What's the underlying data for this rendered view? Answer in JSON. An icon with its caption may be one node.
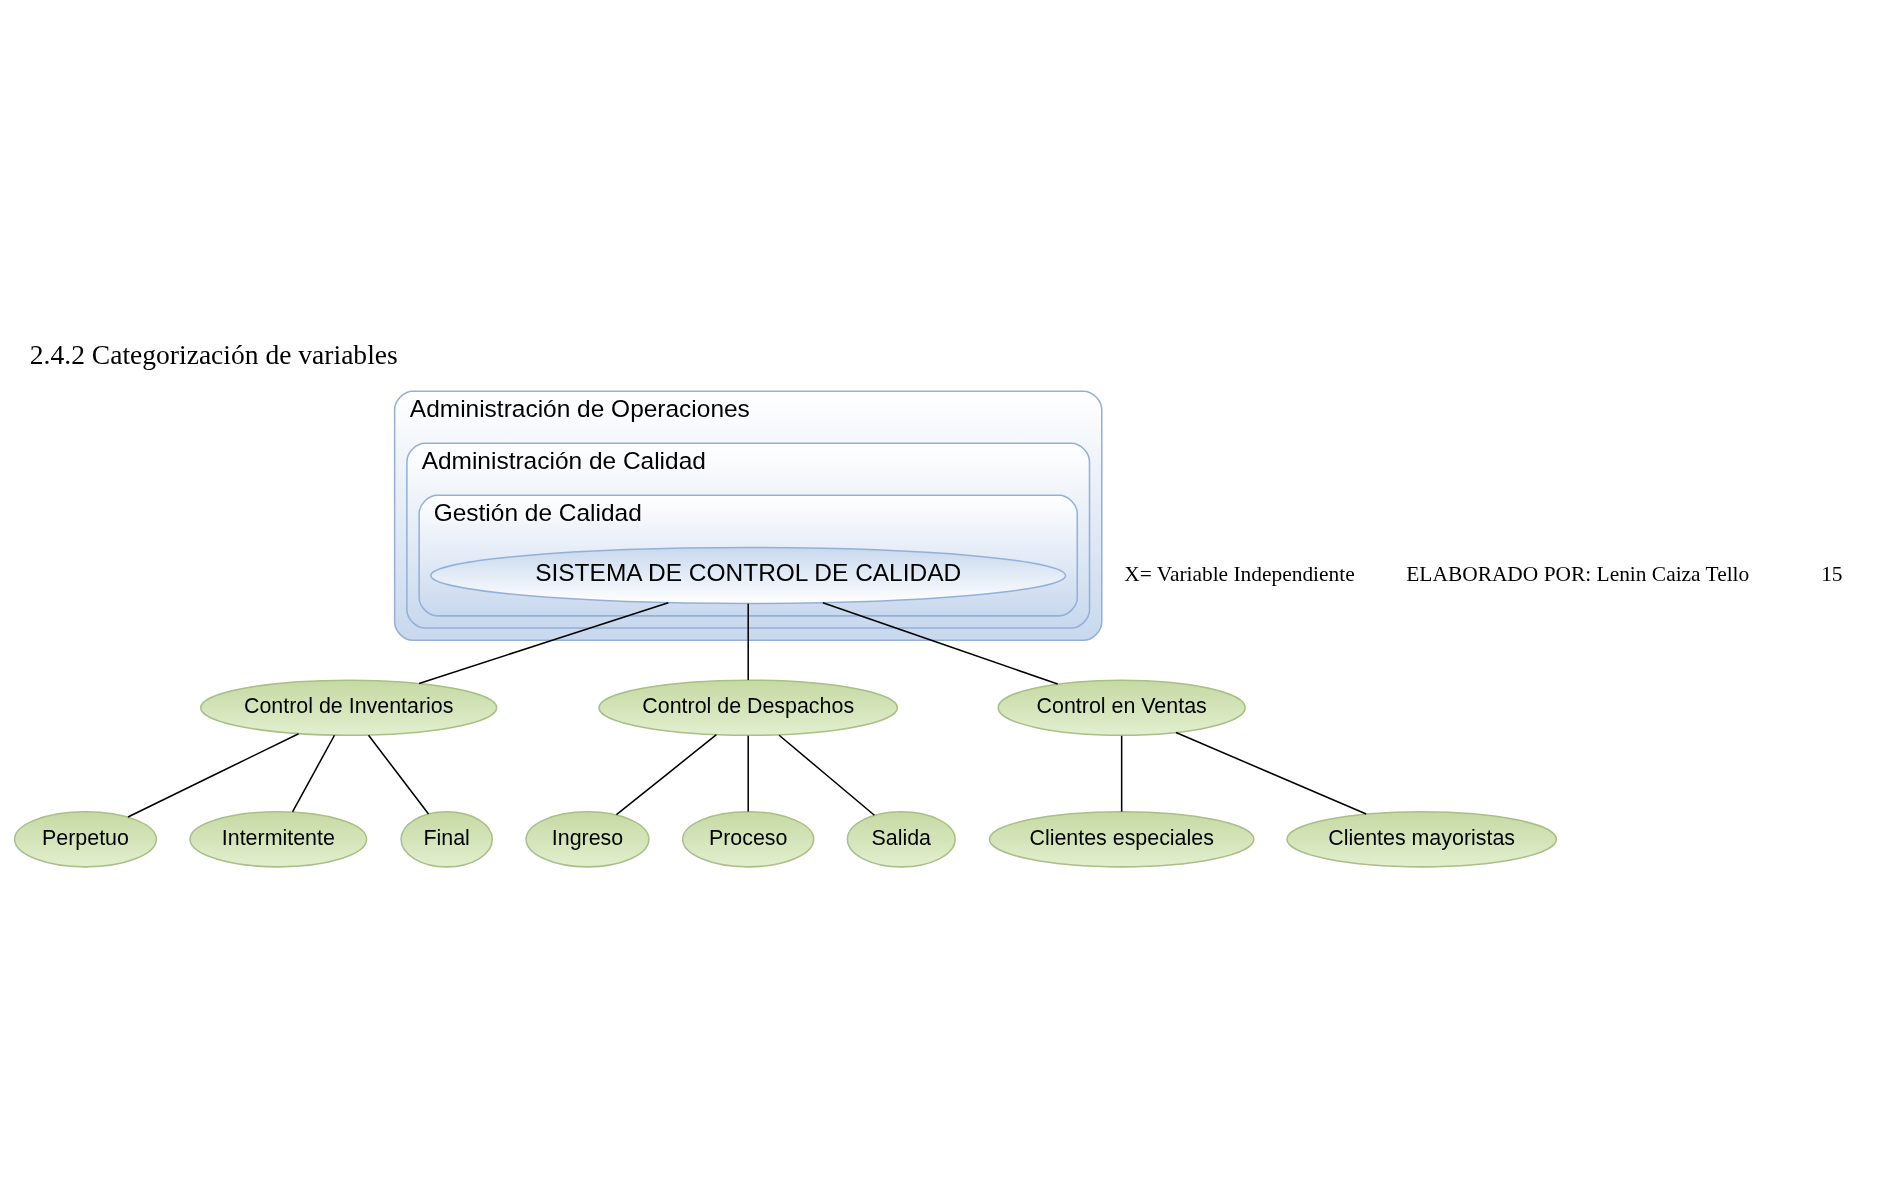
{
  "diagram": {
    "title": "2.4.2 Categorización de variables",
    "nodes": [
      {
        "text": [
          "Administración de Operaciones"
        ]
      },
      {
        "text": [
          "Administración de Calidad"
        ],
        "in": 0
      },
      {
        "text": [
          "Gestión de Calidad"
        ],
        "in": 1
      },
      {
        "text": [
          "SISTEMA DE CONTROL DE CALIDAD"
        ],
        "in": 2
      },
      {
        "text": [
          "Control de Inventarios"
        ]
      },
      {
        "text": [
          "Control de Despachos"
        ]
      },
      {
        "text": [
          "Control en Ventas"
        ]
      },
      {
        "text": [
          "Perpetuo"
        ]
      },
      {
        "text": [
          "Intermitente"
        ]
      },
      {
        "text": [
          "Final"
        ]
      },
      {
        "text": [
          "Ingreso"
        ]
      },
      {
        "text": [
          "Proceso"
        ]
      },
      {
        "text": [
          "Salida"
        ]
      },
      {
        "text": [
          "Clientes especiales"
        ]
      },
      {
        "text": [
          "Clientes mayoristas"
        ]
      }
    ],
    "edges": [
      {
        "from": 3,
        "to": 4,
        "arrow": "none"
      },
      {
        "from": 3,
        "to": 5,
        "arrow": "none"
      },
      {
        "from": 3,
        "to": 6,
        "arrow": "none"
      },
      {
        "from": 4,
        "to": 7,
        "arrow": "none"
      },
      {
        "from": 4,
        "to": 8,
        "arrow": "none"
      },
      {
        "from": 4,
        "to": 9,
        "arrow": "none"
      },
      {
        "from": 5,
        "to": 10,
        "arrow": "none"
      },
      {
        "from": 5,
        "to": 11,
        "arrow": "none"
      },
      {
        "from": 5,
        "to": 12,
        "arrow": "none"
      },
      {
        "from": 6,
        "to": 13,
        "arrow": "none"
      },
      {
        "from": 6,
        "to": 14,
        "arrow": "none"
      }
    ],
    "labels": [
      "X= Variable Independiente",
      "ELABORADO POR: Lenin Caiza Tello",
      "15"
    ]
  }
}
